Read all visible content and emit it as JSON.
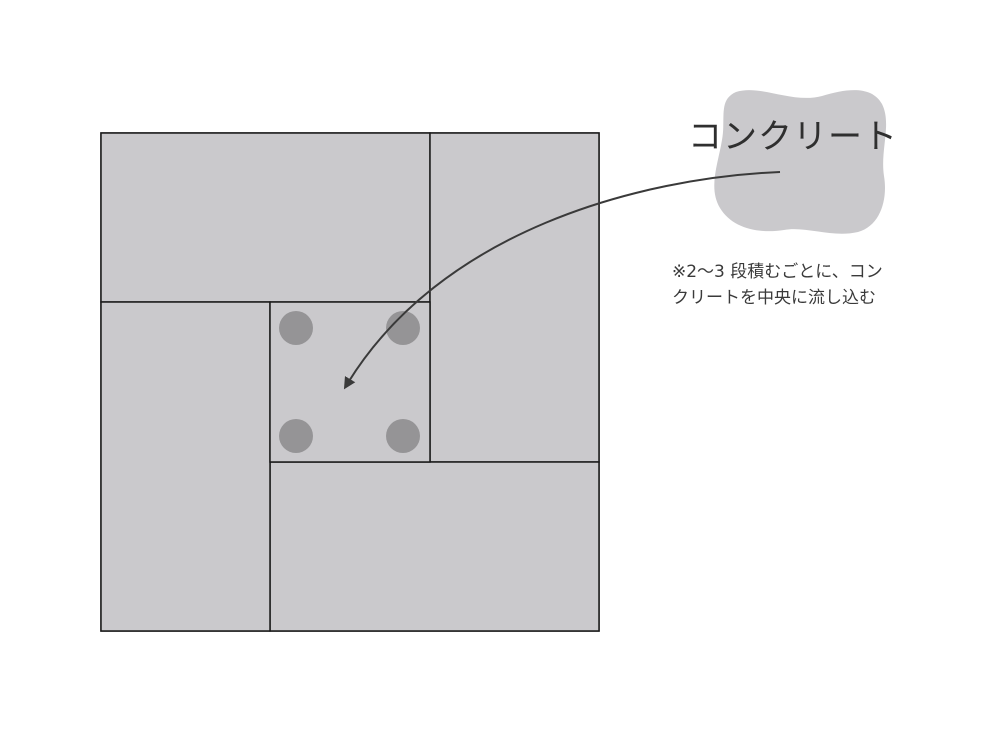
{
  "diagram": {
    "material_label": "コンクリート",
    "note_lines": [
      "※2〜3 段積むごとに、コン",
      "クリートを中央に流し込む"
    ]
  },
  "colors": {
    "block_fill": "#cac9cc",
    "outline": "#1a1a1a",
    "rebar_dot": "#959496",
    "concrete_blob": "#cac9cc",
    "arrow": "#3a3a3a"
  }
}
